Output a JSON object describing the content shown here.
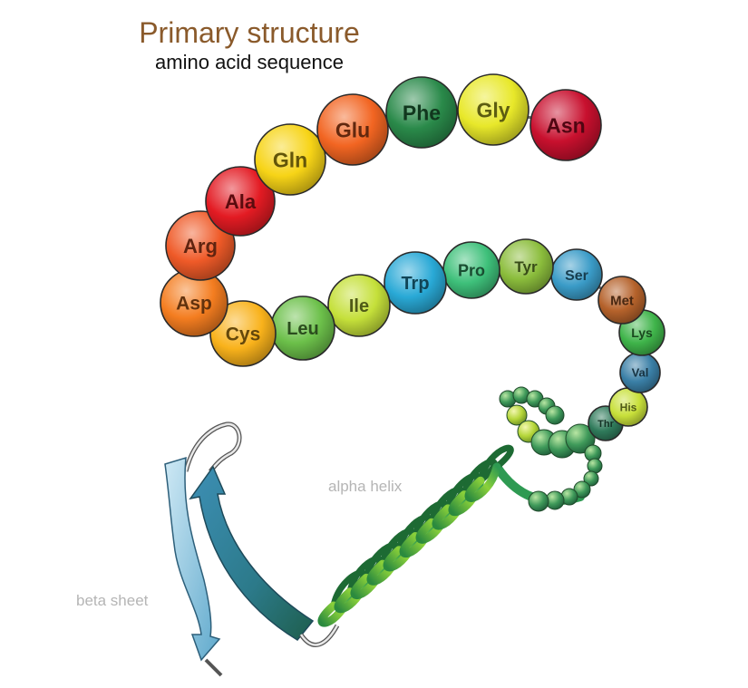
{
  "title": "Primary structure",
  "subtitle": "amino acid sequence",
  "labels": {
    "alpha_helix": "alpha helix",
    "beta_sheet": "beta sheet"
  },
  "colors": {
    "title": "#8a5a2b",
    "caption": "#b5b5b5"
  },
  "residues": [
    {
      "name": "Asn",
      "color": "#c8102e"
    },
    {
      "name": "Gly",
      "color": "#e8e82a"
    },
    {
      "name": "Phe",
      "color": "#2a8a4a"
    },
    {
      "name": "Glu",
      "color": "#f26522"
    },
    {
      "name": "Gln",
      "color": "#f7d417"
    },
    {
      "name": "Ala",
      "color": "#e31b23"
    },
    {
      "name": "Arg",
      "color": "#ef5a28"
    },
    {
      "name": "Asp",
      "color": "#f47d20"
    },
    {
      "name": "Cys",
      "color": "#f9b21b"
    },
    {
      "name": "Leu",
      "color": "#6cc04a"
    },
    {
      "name": "Ile",
      "color": "#c5e03a"
    },
    {
      "name": "Trp",
      "color": "#29a9d6"
    },
    {
      "name": "Pro",
      "color": "#3ec07a"
    },
    {
      "name": "Tyr",
      "color": "#8bbd3c"
    },
    {
      "name": "Ser",
      "color": "#3a9bc7"
    },
    {
      "name": "Met",
      "color": "#b5622b"
    },
    {
      "name": "Lys",
      "color": "#3fb44a"
    },
    {
      "name": "Val",
      "color": "#3a7fa6"
    },
    {
      "name": "His",
      "color": "#c8e03a"
    },
    {
      "name": "Thr",
      "color": "#2f7a5a"
    }
  ]
}
